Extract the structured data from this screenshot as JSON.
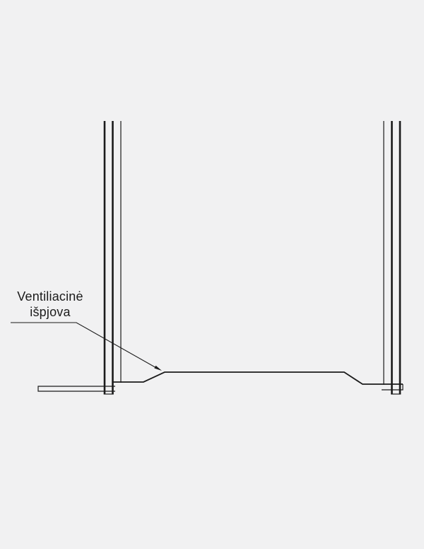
{
  "page": {
    "kind": "technical-drawing",
    "subject": "bottom section of a frame profile with ventilation notch"
  },
  "colors": {
    "background": "#f1f1f2",
    "line": "#1b1b1b",
    "text": "#1c1c1c"
  },
  "annotation": {
    "line1": "Ventiliacinė",
    "line2": "išpjova"
  }
}
